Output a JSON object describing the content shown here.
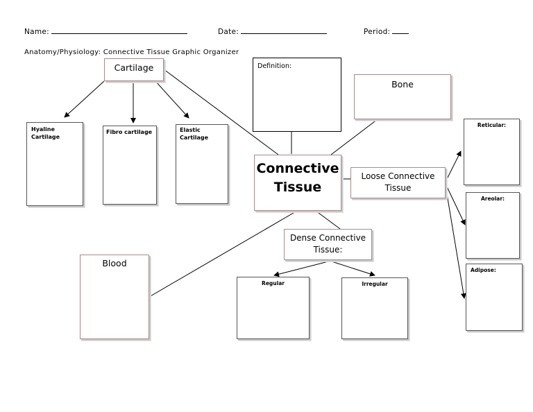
{
  "header": {
    "name_label": "Name:",
    "date_label": "Date:",
    "period_label": "Period:",
    "title": "Anatomy/Physiology: Connective Tissue Graphic Organizer"
  },
  "organizer": {
    "definition": "Definition:",
    "center": "Connective\nTissue",
    "cartilage": {
      "label": "Cartilage",
      "types": [
        "Hyaline\nCartilage",
        "Fibro cartilage",
        "Elastic\nCartilage"
      ]
    },
    "bone": "Bone",
    "blood": "Blood",
    "loose": {
      "label": "Loose Connective\nTissue",
      "types": [
        "Reticular:",
        "Areolar:",
        "Adipose:"
      ]
    },
    "dense": {
      "label": "Dense Connective\nTissue:",
      "types": [
        "Regular",
        "Irregular"
      ]
    }
  }
}
